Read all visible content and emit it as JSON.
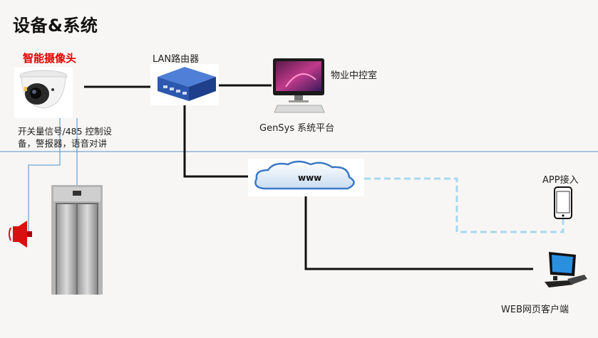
{
  "title": "设备&系统",
  "camera": {
    "label": "智能摄像头",
    "description": "开关量信号/485 控制设备，警报器，语音对讲"
  },
  "router": {
    "label": "LAN路由器"
  },
  "control_room": {
    "label": "物业中控室"
  },
  "platform": {
    "label": "GenSys 系统平台"
  },
  "cloud": {
    "label": "www"
  },
  "app": {
    "label": "APP接入"
  },
  "web_client": {
    "label": "WEB网页客户端"
  },
  "colors": {
    "alarm_red": "#e00000",
    "link_black": "#111111",
    "dashed_link": "#a8d8ee",
    "thin_line_blue": "#4a8fc9",
    "router_blue": "#2d58b0"
  }
}
